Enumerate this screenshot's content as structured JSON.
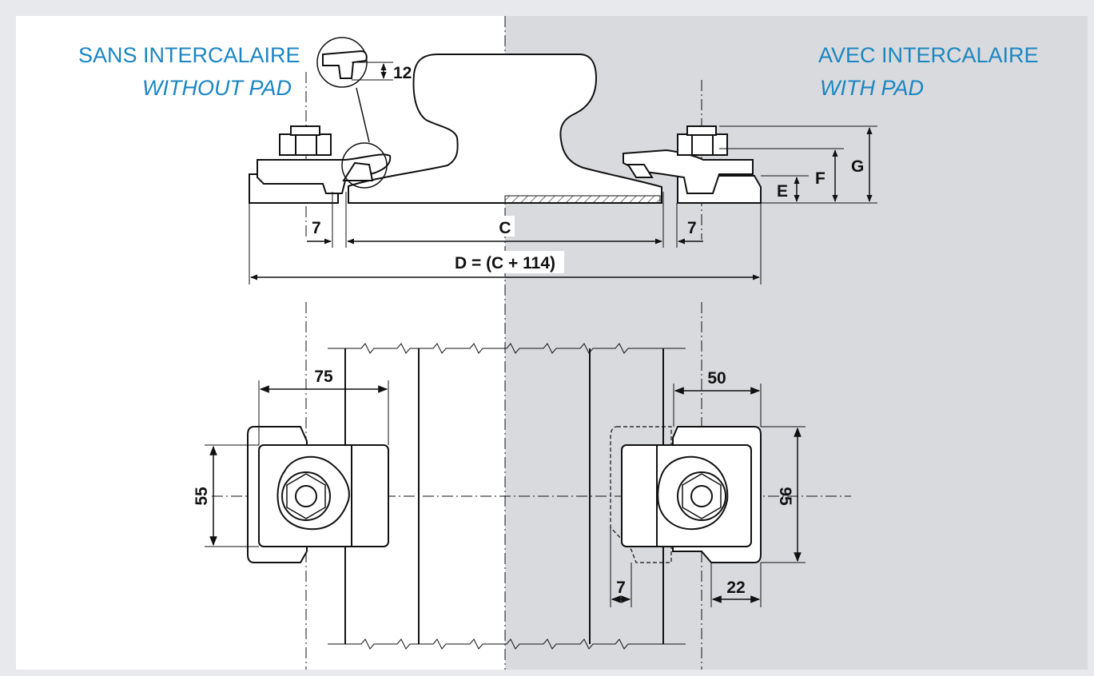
{
  "headings": {
    "left_fr": "SANS INTERCALAIRE",
    "left_en": "WITHOUT PAD",
    "right_fr": "AVEC INTERCALAIRE",
    "right_en": "WITH PAD"
  },
  "dimensions": {
    "pad_gap": "12",
    "clearance_left": "7",
    "base_width": "C",
    "clearance_right": "7",
    "overall_width": "D = (C + 114)",
    "height_e": "E",
    "height_f": "F",
    "height_g": "G",
    "clip_width_left": "75",
    "clip_width_right": "50",
    "clip_length_left": "55",
    "clip_length_right": "95",
    "pad_offset": "7",
    "pad_overhang": "22"
  },
  "colors": {
    "heading": "#1a86c3",
    "panel_left": "#ffffff",
    "panel_right": "#d9dadd",
    "line": "#111111"
  }
}
